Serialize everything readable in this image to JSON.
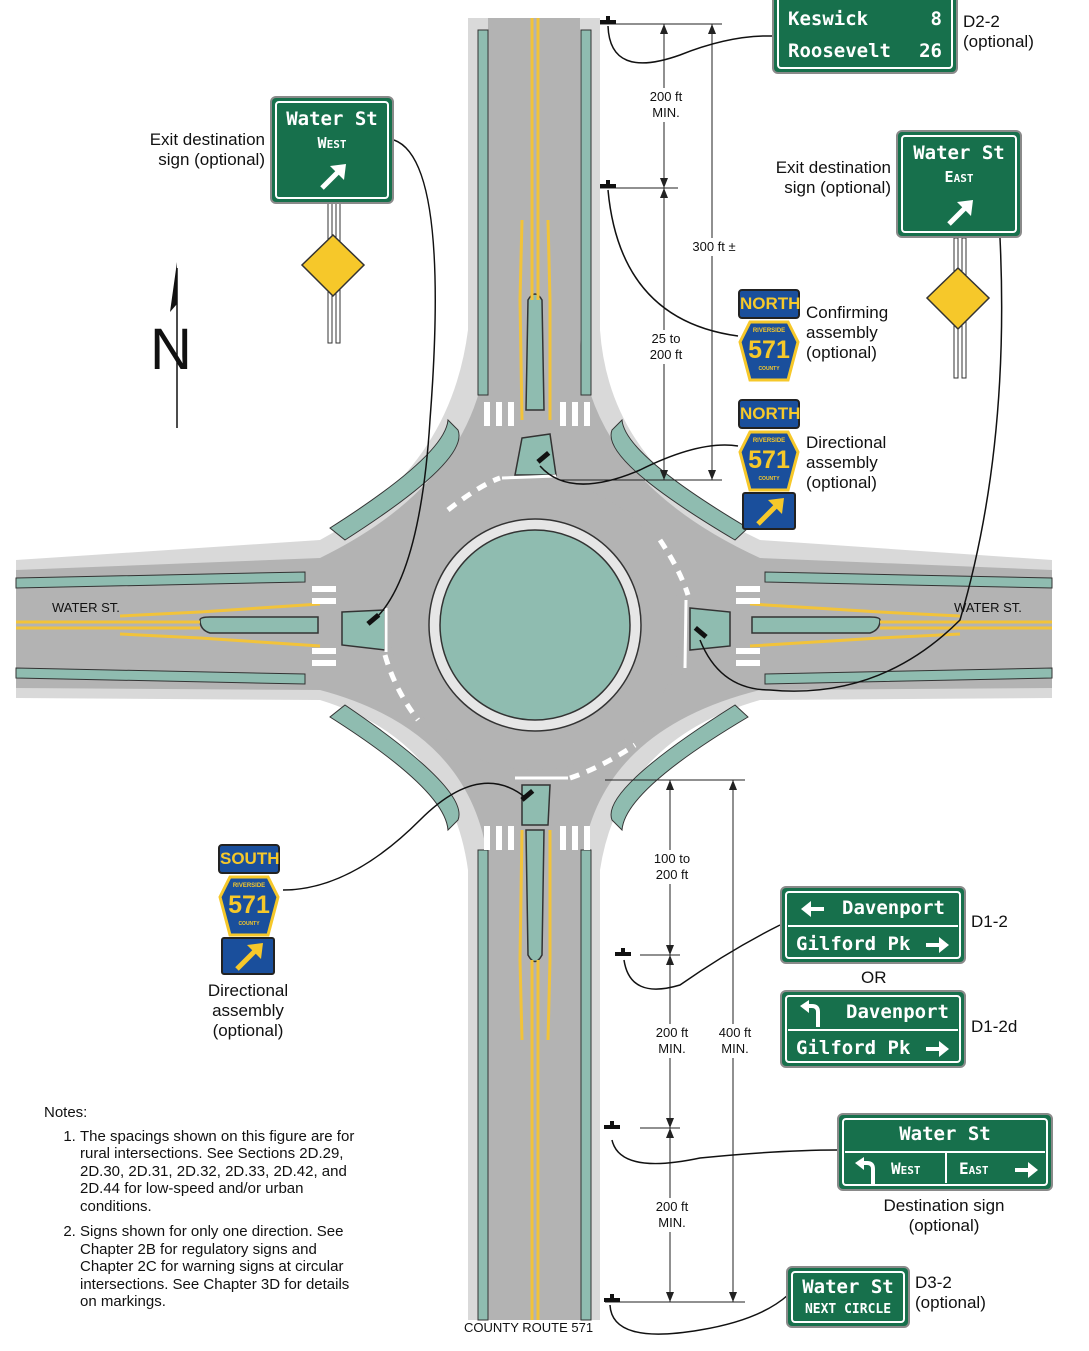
{
  "streets": {
    "west_label": "WATER ST.",
    "east_label": "WATER ST.",
    "south_label": "COUNTY ROUTE 571"
  },
  "north_arrow": {
    "letter": "N"
  },
  "callouts": {
    "exit_west": "Exit destination sign (optional)",
    "exit_east": "Exit destination sign (optional)",
    "confirming": "Confirming assembly (optional)",
    "directional_north": "Directional assembly (optional)",
    "directional_south": "Directional assembly (optional)",
    "d2_2": "D2-2 (optional)",
    "d1_2": "D1-2",
    "or": "OR",
    "d1_2d": "D1-2d",
    "destination": "Destination sign (optional)",
    "d3_2": "D3-2 (optional)"
  },
  "dimensions": {
    "n_200_min": "200 ft MIN.",
    "n_25_200": "25 to 200 ft",
    "n_300": "300 ft ±",
    "s_100_200": "100 to 200 ft",
    "s_200_min_a": "200 ft MIN.",
    "s_400_min": "400 ft MIN.",
    "s_200_min_b": "200 ft MIN."
  },
  "signs": {
    "d2_2": {
      "line1_name": "Keswick",
      "line1_num": "8",
      "line2_name": "Roosevelt",
      "line2_num": "26"
    },
    "exit_west": {
      "street": "Water St",
      "dir": "West"
    },
    "exit_east": {
      "street": "Water St",
      "dir": "East"
    },
    "d1_2": {
      "line1": "Davenport",
      "line2": "Gilford Pk"
    },
    "d1_2d": {
      "line1": "Davenport",
      "line2": "Gilford Pk"
    },
    "destination": {
      "street": "Water St",
      "left": "West",
      "right": "East"
    },
    "d3_2": {
      "line1": "Water St",
      "line2": "NEXT CIRCLE"
    }
  },
  "route_markers": {
    "north": {
      "dir": "NORTH",
      "county": "RIVERSIDE",
      "num": "571",
      "sub": "COUNTY"
    },
    "south": {
      "dir": "SOUTH",
      "county": "RIVERSIDE",
      "num": "571",
      "sub": "COUNTY"
    }
  },
  "notes": {
    "title": "Notes:",
    "items": [
      "The spacings shown on this figure are for rural intersections. See Sections 2D.29, 2D.30, 2D.31, 2D.32, 2D.33, 2D.42, and 2D.44 for low-speed and/or urban conditions.",
      "Signs shown for only one direction. See Chapter 2B for regulatory signs and Chapter 2C for warning signs at circular intersections. See Chapter 3D for details on markings."
    ]
  },
  "colors": {
    "road": "#b0b0b0",
    "shoulder": "#d9d9d9",
    "island": "#8fbcb0",
    "sign_green": "#17704c",
    "marker_blue": "#1a4f9c",
    "marker_yellow": "#f6c82a",
    "centerline": "#f2c33a",
    "warning": "#f6c82a"
  }
}
